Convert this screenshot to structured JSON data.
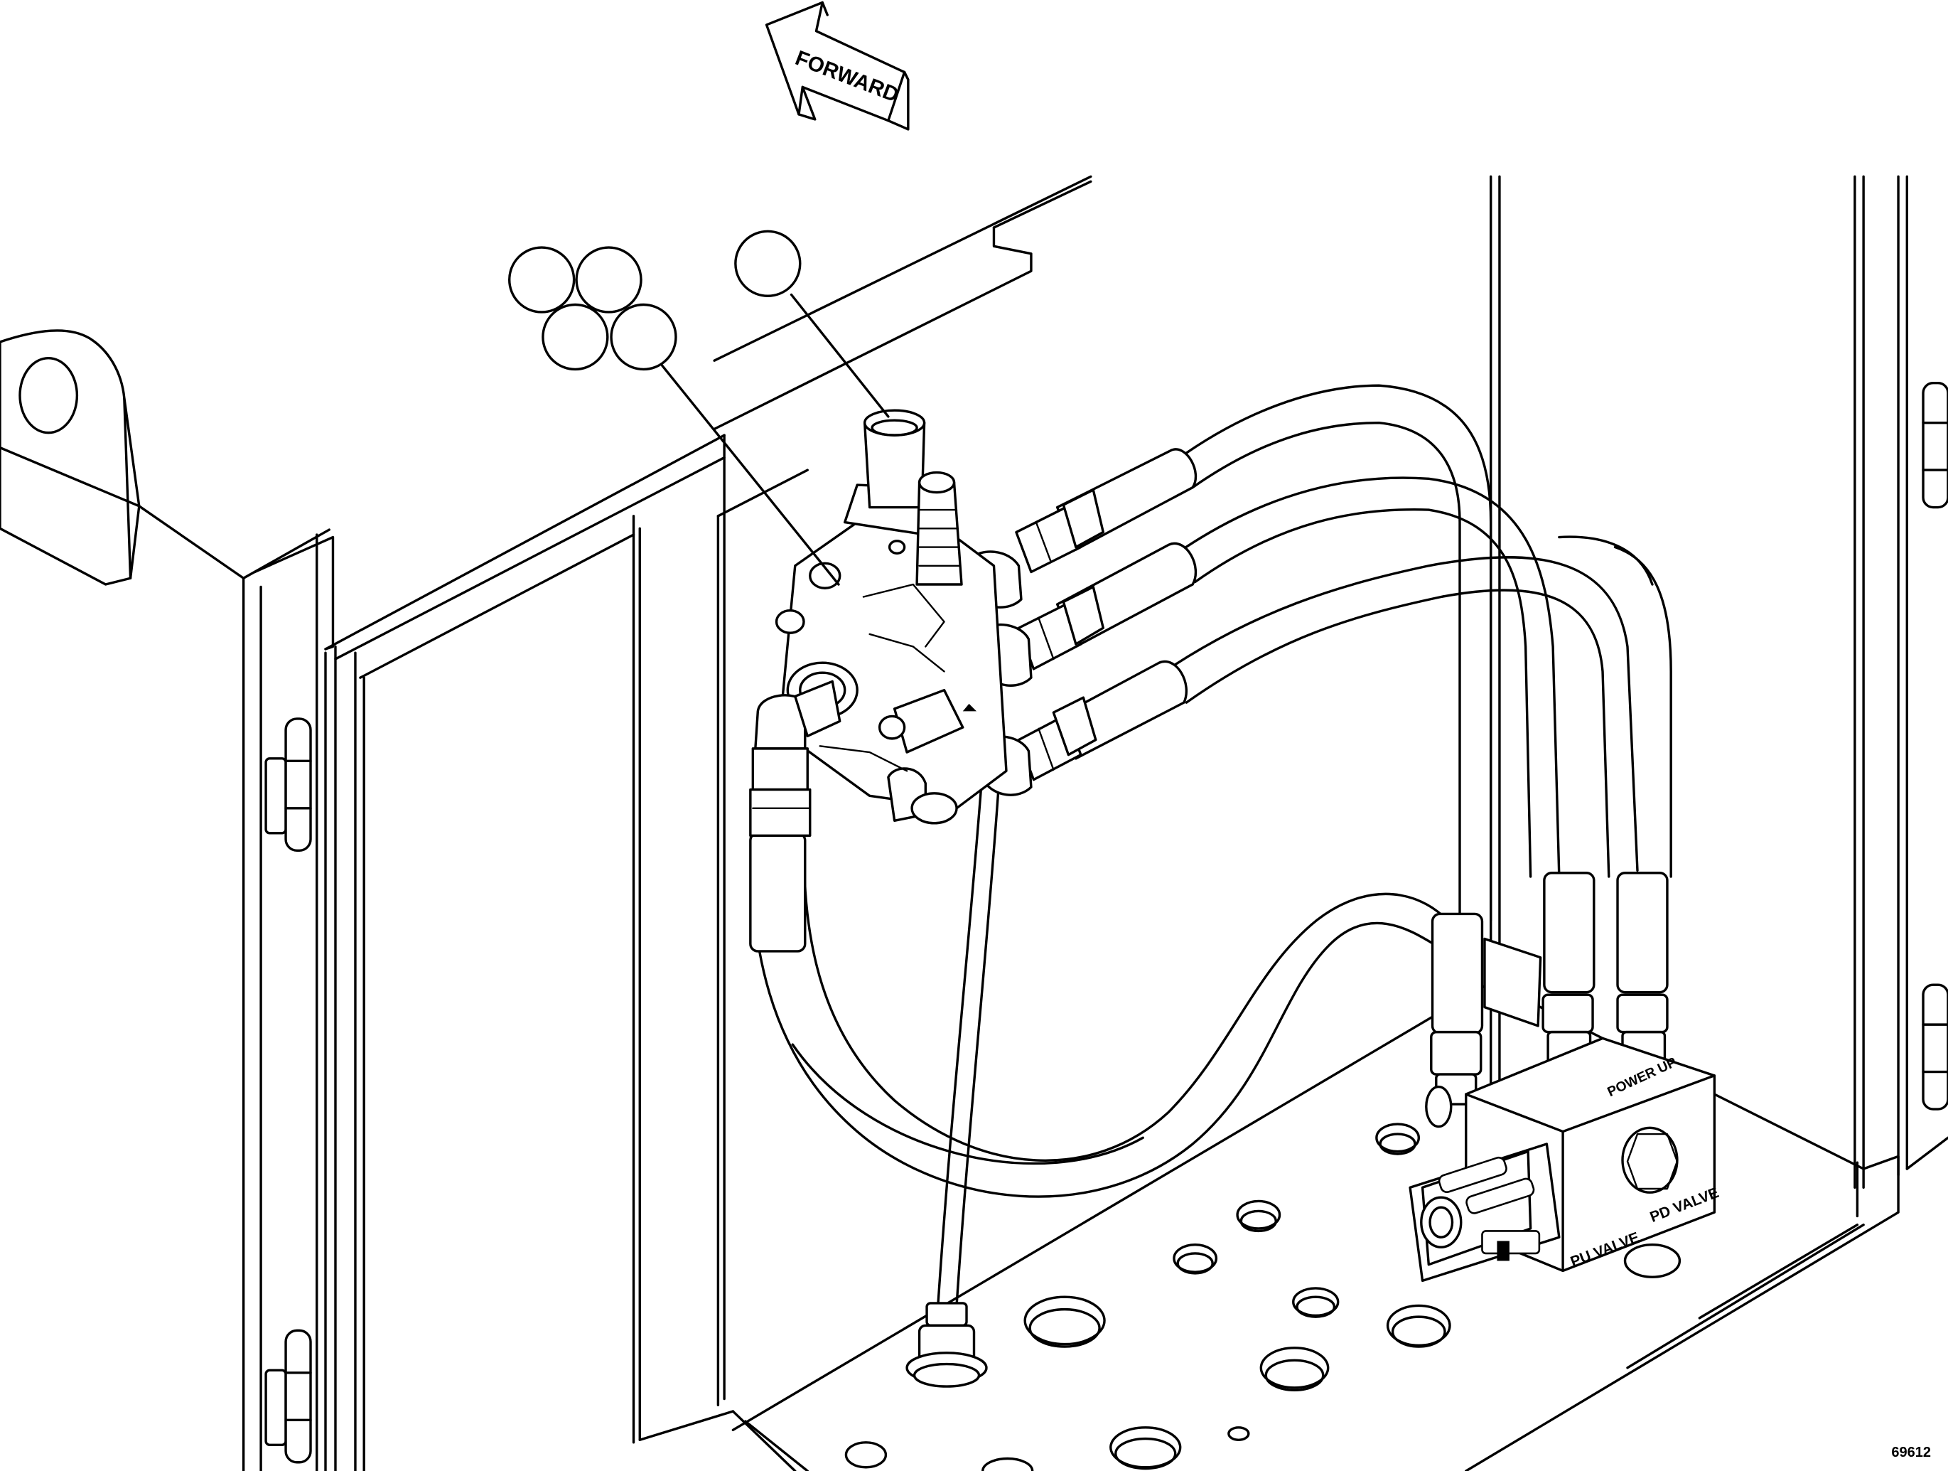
{
  "direction_arrow": {
    "label": "FORWARD"
  },
  "callouts": [
    {
      "id": "callout-1",
      "label": ""
    },
    {
      "id": "callout-2",
      "label": ""
    },
    {
      "id": "callout-3",
      "label": ""
    },
    {
      "id": "callout-4",
      "label": ""
    },
    {
      "id": "callout-5",
      "label": ""
    }
  ],
  "valve_block": {
    "power_up_label": "POWER UP",
    "pu_valve_label": "PU VALVE",
    "pd_valve_label": "PD VALVE"
  },
  "drawing_number": "69612",
  "icons": [
    "forward-arrow-icon",
    "callout-circle-icon",
    "solenoid-connector-icon",
    "hex-plug-icon"
  ]
}
